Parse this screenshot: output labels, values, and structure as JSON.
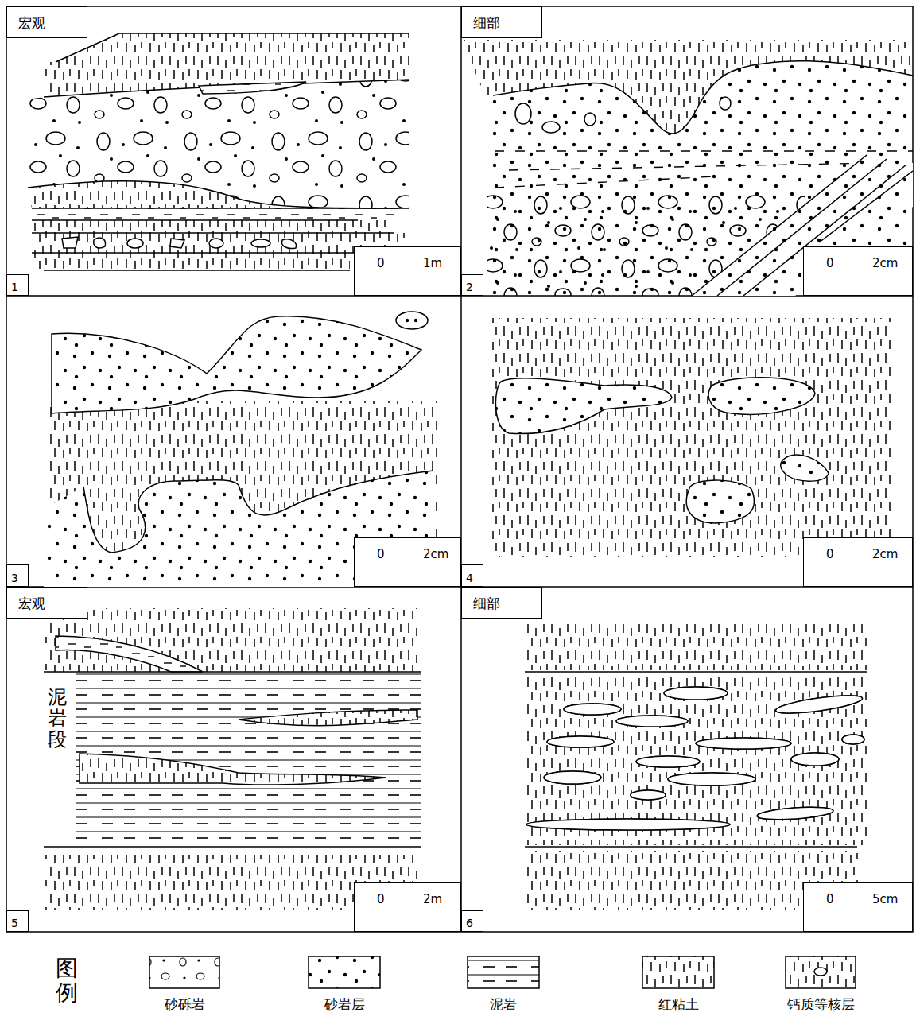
{
  "diagram": {
    "nodes": [
      {
        "text": [
          "宏观"
        ]
      },
      {
        "text": [
          "1"
        ]
      },
      {
        "text": [
          "0",
          "1m"
        ]
      },
      {
        "text": [
          "细部"
        ]
      },
      {
        "text": [
          "2"
        ]
      },
      {
        "text": [
          "0",
          "2cm"
        ]
      },
      {
        "text": [
          "3"
        ]
      },
      {
        "text": [
          "0",
          "2cm"
        ]
      },
      {
        "text": [
          "4"
        ]
      },
      {
        "text": [
          "0",
          "2cm"
        ]
      },
      {
        "text": [
          "宏观"
        ]
      },
      {
        "text": [
          "5"
        ]
      },
      {
        "text": [
          "0",
          "2m"
        ]
      },
      {
        "text": [
          "细部"
        ]
      },
      {
        "text": [
          "6"
        ]
      },
      {
        "text": [
          "0",
          "5cm"
        ]
      }
    ],
    "labels": [
      "泥岩段",
      "图例"
    ],
    "legend": [
      {
        "text": "砂砾岩"
      },
      {
        "text": "砂岩层"
      },
      {
        "text": "泥岩"
      },
      {
        "text": "红粘土"
      },
      {
        "text": "钙质等核层"
      }
    ]
  }
}
